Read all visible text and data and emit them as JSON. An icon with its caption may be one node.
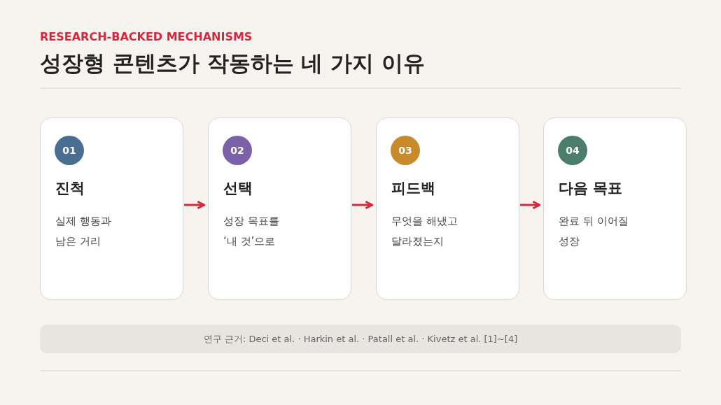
{
  "diagram": {
    "title": "성장형 콘텐츠가 작동하는 네 가지 이유",
    "nodes": [
      {
        "text": [
          "진척",
          "실제 행동과 남은 거리"
        ]
      },
      {
        "text": [
          "01"
        ],
        "in": 0
      },
      {
        "text": [
          "선택",
          "성장 목표를 ‘내 것’으로"
        ]
      },
      {
        "text": [
          "02"
        ],
        "in": 2
      },
      {
        "text": [
          "피드백",
          "무엇을 해냈고 달라졌는지"
        ]
      },
      {
        "text": [
          "03"
        ],
        "in": 4
      },
      {
        "text": [
          "다음 목표",
          "완료 뒤 이어질 성장"
        ]
      },
      {
        "text": [
          "04"
        ],
        "in": 6
      },
      {
        "text": [
          "연구 근거: Deci et al. · Harkin et al. · Patall et al. · Kivetz et al. [1]~[4]"
        ]
      }
    ],
    "edges": [
      {
        "from": 0,
        "to": 2,
        "arrow": "to"
      },
      {
        "from": 2,
        "to": 4,
        "arrow": "to"
      },
      {
        "from": 4,
        "to": 6,
        "arrow": "to"
      }
    ],
    "labels": [
      "RESEARCH-BACKED MECHANISMS"
    ]
  }
}
